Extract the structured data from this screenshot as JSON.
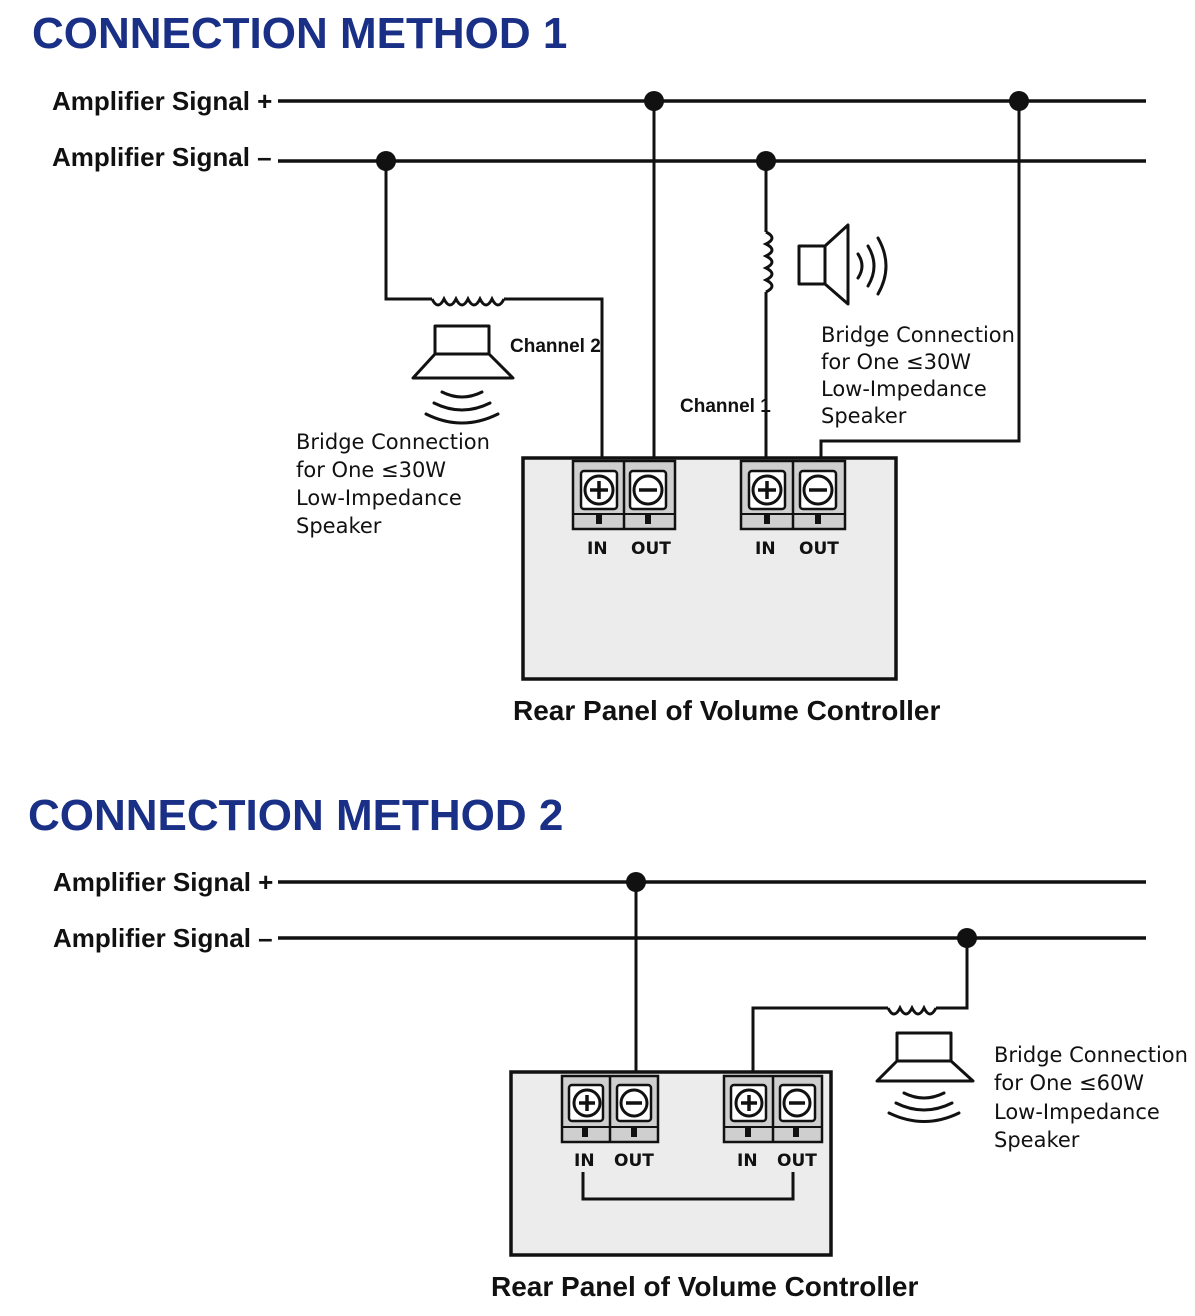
{
  "method1": {
    "title": "CONNECTION METHOD 1",
    "signal_plus": "Amplifier Signal +",
    "signal_minus": "Amplifier Signal –",
    "channel2_label": "Channel 2",
    "channel1_label": "Channel 1",
    "left_note": [
      "Bridge Connection",
      "for One ≤30W",
      "Low-Impedance",
      "Speaker"
    ],
    "right_note": [
      "Bridge Connection",
      "for One ≤30W",
      "Low-Impedance",
      "Speaker"
    ],
    "terminals": [
      {
        "in": "IN",
        "out": "OUT"
      },
      {
        "in": "IN",
        "out": "OUT"
      }
    ],
    "panel_label": "Rear Panel of Volume Controller"
  },
  "method2": {
    "title": "CONNECTION METHOD 2",
    "signal_plus": "Amplifier Signal +",
    "signal_minus": "Amplifier Signal –",
    "right_note": [
      "Bridge Connection",
      "for One ≤60W",
      "Low-Impedance",
      "Speaker"
    ],
    "terminals": [
      {
        "in": "IN",
        "out": "OUT"
      },
      {
        "in": "IN",
        "out": "OUT"
      }
    ],
    "panel_label": "Rear Panel of Volume Controller"
  },
  "colors": {
    "title": "#1a2f86",
    "panel": "#ececec",
    "terminal": "#cfcfcf"
  }
}
